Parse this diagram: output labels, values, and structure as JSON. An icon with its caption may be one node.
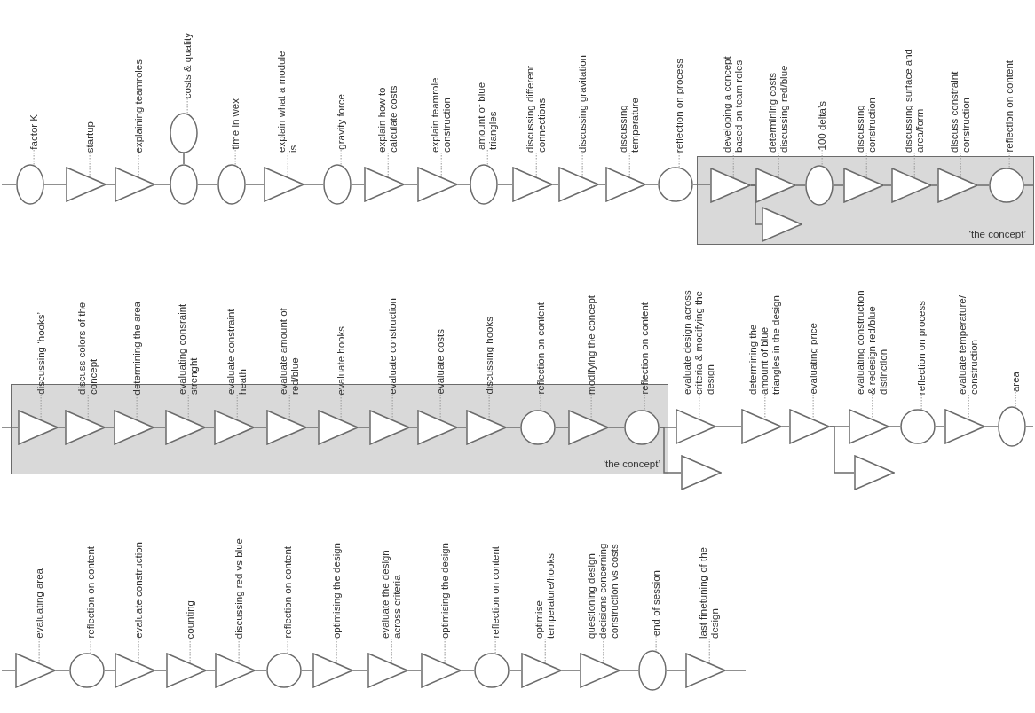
{
  "diagram": {
    "nodes": [
      {
        "text": [
          "factor K"
        ]
      },
      {
        "text": [],
        "shape": "ellipse"
      },
      {
        "text": [
          "startup"
        ]
      },
      {
        "text": [],
        "shape": "triangle"
      },
      {
        "text": [
          "explaining teamroles"
        ]
      },
      {
        "text": [],
        "shape": "triangle"
      },
      {
        "text": [
          "costs & quality"
        ]
      },
      {
        "text": [],
        "shape": "ellipse"
      },
      {
        "text": [],
        "shape": "ellipse"
      },
      {
        "text": [
          "time in wex"
        ]
      },
      {
        "text": [],
        "shape": "ellipse"
      },
      {
        "text": [
          "explain what a module is"
        ]
      },
      {
        "text": [],
        "shape": "triangle"
      },
      {
        "text": [
          "gravity force"
        ]
      },
      {
        "text": [],
        "shape": "ellipse"
      },
      {
        "text": [
          "explain how to calculate costs"
        ]
      },
      {
        "text": [],
        "shape": "triangle"
      },
      {
        "text": [
          "explain teamrole construction"
        ]
      },
      {
        "text": [],
        "shape": "triangle"
      },
      {
        "text": [
          "amount of blue triangles"
        ]
      },
      {
        "text": [],
        "shape": "ellipse"
      },
      {
        "text": [
          "discussing different connections"
        ]
      },
      {
        "text": [],
        "shape": "triangle"
      },
      {
        "text": [
          "discussing gravitation"
        ]
      },
      {
        "text": [],
        "shape": "triangle"
      },
      {
        "text": [
          "discussing temperature"
        ]
      },
      {
        "text": [],
        "shape": "triangle"
      },
      {
        "text": [
          "reflection on process"
        ]
      },
      {
        "text": [],
        "shape": "circle"
      },
      {
        "text": [
          "‘the concept’"
        ]
      },
      {
        "text": [
          "developing a concept based on team roles"
        ]
      },
      {
        "text": [],
        "shape": "triangle",
        "in": 29
      },
      {
        "text": [
          "determining costs discussing red/blue"
        ]
      },
      {
        "text": [],
        "shape": "triangle",
        "in": 29
      },
      {
        "text": [],
        "shape": "triangle",
        "in": 29
      },
      {
        "text": [
          "100 delta’s"
        ]
      },
      {
        "text": [],
        "shape": "ellipse",
        "in": 29
      },
      {
        "text": [
          "discussing construction"
        ]
      },
      {
        "text": [],
        "shape": "triangle",
        "in": 29
      },
      {
        "text": [
          "discussing surface and area/form"
        ]
      },
      {
        "text": [],
        "shape": "triangle",
        "in": 29
      },
      {
        "text": [
          "discuss constraint construction"
        ]
      },
      {
        "text": [],
        "shape": "triangle",
        "in": 29
      },
      {
        "text": [
          "reflection on content"
        ]
      },
      {
        "text": [],
        "shape": "circle",
        "in": 29
      },
      {
        "text": [
          "‘the concept’"
        ]
      },
      {
        "text": [
          "discussing ‘hooks’"
        ]
      },
      {
        "text": [],
        "shape": "triangle",
        "in": 45
      },
      {
        "text": [
          "discuss colors of the concept"
        ]
      },
      {
        "text": [],
        "shape": "triangle",
        "in": 45
      },
      {
        "text": [
          "determining the area"
        ]
      },
      {
        "text": [],
        "shape": "triangle",
        "in": 45
      },
      {
        "text": [
          "evaluating consraint strenght"
        ]
      },
      {
        "text": [],
        "shape": "triangle",
        "in": 45
      },
      {
        "text": [
          "evaluate constraint heath"
        ]
      },
      {
        "text": [],
        "shape": "triangle",
        "in": 45
      },
      {
        "text": [
          "evaluate amount of red/blue"
        ]
      },
      {
        "text": [],
        "shape": "triangle",
        "in": 45
      },
      {
        "text": [
          "evaluate hooks"
        ]
      },
      {
        "text": [],
        "shape": "triangle",
        "in": 45
      },
      {
        "text": [
          "evaluate construction"
        ]
      },
      {
        "text": [],
        "shape": "triangle",
        "in": 45
      },
      {
        "text": [
          "evaluate costs"
        ]
      },
      {
        "text": [],
        "shape": "triangle",
        "in": 45
      },
      {
        "text": [
          "discussing hooks"
        ]
      },
      {
        "text": [],
        "shape": "triangle",
        "in": 45
      },
      {
        "text": [
          "reflection on content"
        ]
      },
      {
        "text": [],
        "shape": "circle",
        "in": 45
      },
      {
        "text": [
          "modifying the concept"
        ]
      },
      {
        "text": [],
        "shape": "triangle",
        "in": 45
      },
      {
        "text": [
          "reflection on content"
        ]
      },
      {
        "text": [],
        "shape": "circle",
        "in": 45
      },
      {
        "text": [
          "evaluate design across criteria & modifying the design"
        ]
      },
      {
        "text": [],
        "shape": "triangle"
      },
      {
        "text": [],
        "shape": "triangle"
      },
      {
        "text": [
          "determining the amount of blue triangles in the design"
        ]
      },
      {
        "text": [],
        "shape": "triangle"
      },
      {
        "text": [
          "evaluating price"
        ]
      },
      {
        "text": [],
        "shape": "triangle"
      },
      {
        "text": [
          "evaluating construction & redesign red/blue distinction"
        ]
      },
      {
        "text": [],
        "shape": "triangle"
      },
      {
        "text": [],
        "shape": "triangle"
      },
      {
        "text": [
          "reflection on process"
        ]
      },
      {
        "text": [],
        "shape": "circle"
      },
      {
        "text": [
          "evaluate temperature/ construction"
        ]
      },
      {
        "text": [],
        "shape": "triangle"
      },
      {
        "text": [
          "area"
        ]
      },
      {
        "text": [],
        "shape": "ellipse"
      },
      {
        "text": [
          "evaluating area"
        ]
      },
      {
        "text": [],
        "shape": "triangle"
      },
      {
        "text": [
          "reflection on content"
        ]
      },
      {
        "text": [],
        "shape": "circle"
      },
      {
        "text": [
          "evaluate construction"
        ]
      },
      {
        "text": [],
        "shape": "triangle"
      },
      {
        "text": [
          "counting"
        ]
      },
      {
        "text": [],
        "shape": "triangle"
      },
      {
        "text": [
          "discussing red vs blue"
        ]
      },
      {
        "text": [],
        "shape": "triangle"
      },
      {
        "text": [
          "reflection on content"
        ]
      },
      {
        "text": [],
        "shape": "circle"
      },
      {
        "text": [
          "optimising the design"
        ]
      },
      {
        "text": [],
        "shape": "triangle"
      },
      {
        "text": [
          "evaluate the design across criteria"
        ]
      },
      {
        "text": [],
        "shape": "triangle"
      },
      {
        "text": [
          "optimising the design"
        ]
      },
      {
        "text": [],
        "shape": "triangle"
      },
      {
        "text": [
          "reflection on content"
        ]
      },
      {
        "text": [],
        "shape": "circle"
      },
      {
        "text": [
          "optimise temperature/hooks"
        ]
      },
      {
        "text": [],
        "shape": "triangle"
      },
      {
        "text": [
          "questioning design decisions concerning construction vs costs"
        ]
      },
      {
        "text": [],
        "shape": "triangle"
      },
      {
        "text": [
          "end of session"
        ]
      },
      {
        "text": [],
        "shape": "ellipse"
      },
      {
        "text": [
          "last finetuning of the design"
        ]
      },
      {
        "text": [],
        "shape": "triangle"
      }
    ],
    "edges": [
      {
        "from": null,
        "to": 1,
        "arrow": "none"
      },
      {
        "from": 1,
        "to": 3,
        "arrow": "none"
      },
      {
        "from": 3,
        "to": 5,
        "arrow": "none"
      },
      {
        "from": 5,
        "to": 8,
        "arrow": "none"
      },
      {
        "from": 7,
        "to": 8,
        "arrow": "none"
      },
      {
        "from": 8,
        "to": 10,
        "arrow": "none"
      },
      {
        "from": 10,
        "to": 12,
        "arrow": "none"
      },
      {
        "from": 12,
        "to": 14,
        "arrow": "none"
      },
      {
        "from": 14,
        "to": 16,
        "arrow": "none"
      },
      {
        "from": 16,
        "to": 18,
        "arrow": "none"
      },
      {
        "from": 18,
        "to": 20,
        "arrow": "none"
      },
      {
        "from": 20,
        "to": 22,
        "arrow": "none"
      },
      {
        "from": 22,
        "to": 24,
        "arrow": "none"
      },
      {
        "from": 24,
        "to": 26,
        "arrow": "none"
      },
      {
        "from": 26,
        "to": 28,
        "arrow": "none"
      },
      {
        "from": 28,
        "to": 31,
        "arrow": "none"
      },
      {
        "from": 31,
        "to": 33,
        "arrow": "none"
      },
      {
        "from": 31,
        "to": 34,
        "arrow": "none"
      },
      {
        "from": 33,
        "to": 36,
        "arrow": "none"
      },
      {
        "from": 36,
        "to": 38,
        "arrow": "none"
      },
      {
        "from": 38,
        "to": 40,
        "arrow": "none"
      },
      {
        "from": 40,
        "to": 42,
        "arrow": "none"
      },
      {
        "from": 42,
        "to": 44,
        "arrow": "none"
      },
      {
        "from": 44,
        "to": null,
        "arrow": "none"
      },
      {
        "from": null,
        "to": 47,
        "arrow": "none"
      },
      {
        "from": 47,
        "to": 49,
        "arrow": "none"
      },
      {
        "from": 49,
        "to": 51,
        "arrow": "none"
      },
      {
        "from": 51,
        "to": 53,
        "arrow": "none"
      },
      {
        "from": 53,
        "to": 55,
        "arrow": "none"
      },
      {
        "from": 55,
        "to": 57,
        "arrow": "none"
      },
      {
        "from": 57,
        "to": 59,
        "arrow": "none"
      },
      {
        "from": 59,
        "to": 61,
        "arrow": "none"
      },
      {
        "from": 61,
        "to": 63,
        "arrow": "none"
      },
      {
        "from": 63,
        "to": 65,
        "arrow": "none"
      },
      {
        "from": 65,
        "to": 67,
        "arrow": "none"
      },
      {
        "from": 67,
        "to": 69,
        "arrow": "none"
      },
      {
        "from": 69,
        "to": 71,
        "arrow": "none"
      },
      {
        "from": 71,
        "to": 73,
        "arrow": "none"
      },
      {
        "from": 71,
        "to": 74,
        "arrow": "none"
      },
      {
        "from": 73,
        "to": 76,
        "arrow": "none"
      },
      {
        "from": 76,
        "to": 78,
        "arrow": "none"
      },
      {
        "from": 78,
        "to": 80,
        "arrow": "none"
      },
      {
        "from": 78,
        "to": 81,
        "arrow": "none"
      },
      {
        "from": 80,
        "to": 83,
        "arrow": "none"
      },
      {
        "from": 83,
        "to": 85,
        "arrow": "none"
      },
      {
        "from": 85,
        "to": 87,
        "arrow": "none"
      },
      {
        "from": 87,
        "to": null,
        "arrow": "none"
      },
      {
        "from": null,
        "to": 89,
        "arrow": "none"
      },
      {
        "from": 89,
        "to": 91,
        "arrow": "none"
      },
      {
        "from": 91,
        "to": 93,
        "arrow": "none"
      },
      {
        "from": 93,
        "to": 95,
        "arrow": "none"
      },
      {
        "from": 95,
        "to": 97,
        "arrow": "none"
      },
      {
        "from": 97,
        "to": 99,
        "arrow": "none"
      },
      {
        "from": 99,
        "to": 101,
        "arrow": "none"
      },
      {
        "from": 101,
        "to": 103,
        "arrow": "none"
      },
      {
        "from": 103,
        "to": 105,
        "arrow": "none"
      },
      {
        "from": 105,
        "to": 107,
        "arrow": "none"
      },
      {
        "from": 107,
        "to": 109,
        "arrow": "none"
      },
      {
        "from": 109,
        "to": 111,
        "arrow": "none"
      },
      {
        "from": 111,
        "to": 113,
        "arrow": "none"
      },
      {
        "from": 113,
        "to": 115,
        "arrow": "none"
      },
      {
        "from": 115,
        "to": null,
        "arrow": "none"
      },
      {
        "from": 0,
        "to": 1,
        "arrow": "none",
        "style": "dashed",
        "color": "#999999"
      },
      {
        "from": 2,
        "to": 3,
        "arrow": "none",
        "style": "dashed",
        "color": "#999999"
      },
      {
        "from": 4,
        "to": 5,
        "arrow": "none",
        "style": "dashed",
        "color": "#999999"
      },
      {
        "from": 6,
        "to": 7,
        "arrow": "none",
        "style": "dashed",
        "color": "#999999"
      },
      {
        "from": 9,
        "to": 10,
        "arrow": "none",
        "style": "dashed",
        "color": "#999999"
      },
      {
        "from": 11,
        "to": 12,
        "arrow": "none",
        "style": "dashed",
        "color": "#999999"
      },
      {
        "from": 13,
        "to": 14,
        "arrow": "none",
        "style": "dashed",
        "color": "#999999"
      },
      {
        "from": 15,
        "to": 16,
        "arrow": "none",
        "style": "dashed",
        "color": "#999999"
      },
      {
        "from": 17,
        "to": 18,
        "arrow": "none",
        "style": "dashed",
        "color": "#999999"
      },
      {
        "from": 19,
        "to": 20,
        "arrow": "none",
        "style": "dashed",
        "color": "#999999"
      },
      {
        "from": 21,
        "to": 22,
        "arrow": "none",
        "style": "dashed",
        "color": "#999999"
      },
      {
        "from": 23,
        "to": 24,
        "arrow": "none",
        "style": "dashed",
        "color": "#999999"
      },
      {
        "from": 25,
        "to": 26,
        "arrow": "none",
        "style": "dashed",
        "color": "#999999"
      },
      {
        "from": 27,
        "to": 28,
        "arrow": "none",
        "style": "dashed",
        "color": "#999999"
      },
      {
        "from": 30,
        "to": 31,
        "arrow": "none",
        "style": "dashed",
        "color": "#999999"
      },
      {
        "from": 32,
        "to": 33,
        "arrow": "none",
        "style": "dashed",
        "color": "#999999"
      },
      {
        "from": 35,
        "to": 36,
        "arrow": "none",
        "style": "dashed",
        "color": "#999999"
      },
      {
        "from": 37,
        "to": 38,
        "arrow": "none",
        "style": "dashed",
        "color": "#999999"
      },
      {
        "from": 39,
        "to": 40,
        "arrow": "none",
        "style": "dashed",
        "color": "#999999"
      },
      {
        "from": 41,
        "to": 42,
        "arrow": "none",
        "style": "dashed",
        "color": "#999999"
      },
      {
        "from": 43,
        "to": 44,
        "arrow": "none",
        "style": "dashed",
        "color": "#999999"
      },
      {
        "from": 46,
        "to": 47,
        "arrow": "none",
        "style": "dashed",
        "color": "#999999"
      },
      {
        "from": 48,
        "to": 49,
        "arrow": "none",
        "style": "dashed",
        "color": "#999999"
      },
      {
        "from": 50,
        "to": 51,
        "arrow": "none",
        "style": "dashed",
        "color": "#999999"
      },
      {
        "from": 52,
        "to": 53,
        "arrow": "none",
        "style": "dashed",
        "color": "#999999"
      },
      {
        "from": 54,
        "to": 55,
        "arrow": "none",
        "style": "dashed",
        "color": "#999999"
      },
      {
        "from": 56,
        "to": 57,
        "arrow": "none",
        "style": "dashed",
        "color": "#999999"
      },
      {
        "from": 58,
        "to": 59,
        "arrow": "none",
        "style": "dashed",
        "color": "#999999"
      },
      {
        "from": 60,
        "to": 61,
        "arrow": "none",
        "style": "dashed",
        "color": "#999999"
      },
      {
        "from": 62,
        "to": 63,
        "arrow": "none",
        "style": "dashed",
        "color": "#999999"
      },
      {
        "from": 64,
        "to": 65,
        "arrow": "none",
        "style": "dashed",
        "color": "#999999"
      },
      {
        "from": 66,
        "to": 67,
        "arrow": "none",
        "style": "dashed",
        "color": "#999999"
      },
      {
        "from": 68,
        "to": 69,
        "arrow": "none",
        "style": "dashed",
        "color": "#999999"
      },
      {
        "from": 70,
        "to": 71,
        "arrow": "none",
        "style": "dashed",
        "color": "#999999"
      },
      {
        "from": 72,
        "to": 73,
        "arrow": "none",
        "style": "dashed",
        "color": "#999999"
      },
      {
        "from": 75,
        "to": 76,
        "arrow": "none",
        "style": "dashed",
        "color": "#999999"
      },
      {
        "from": 77,
        "to": 78,
        "arrow": "none",
        "style": "dashed",
        "color": "#999999"
      },
      {
        "from": 79,
        "to": 80,
        "arrow": "none",
        "style": "dashed",
        "color": "#999999"
      },
      {
        "from": 82,
        "to": 83,
        "arrow": "none",
        "style": "dashed",
        "color": "#999999"
      },
      {
        "from": 84,
        "to": 85,
        "arrow": "none",
        "style": "dashed",
        "color": "#999999"
      },
      {
        "from": 86,
        "to": 87,
        "arrow": "none",
        "style": "dashed",
        "color": "#999999"
      },
      {
        "from": 88,
        "to": 89,
        "arrow": "none",
        "style": "dashed",
        "color": "#999999"
      },
      {
        "from": 90,
        "to": 91,
        "arrow": "none",
        "style": "dashed",
        "color": "#999999"
      },
      {
        "from": 92,
        "to": 93,
        "arrow": "none",
        "style": "dashed",
        "color": "#999999"
      },
      {
        "from": 94,
        "to": 95,
        "arrow": "none",
        "style": "dashed",
        "color": "#999999"
      },
      {
        "from": 96,
        "to": 97,
        "arrow": "none",
        "style": "dashed",
        "color": "#999999"
      },
      {
        "from": 98,
        "to": 99,
        "arrow": "none",
        "style": "dashed",
        "color": "#999999"
      },
      {
        "from": 100,
        "to": 101,
        "arrow": "none",
        "style": "dashed",
        "color": "#999999"
      },
      {
        "from": 102,
        "to": 103,
        "arrow": "none",
        "style": "dashed",
        "color": "#999999"
      },
      {
        "from": 104,
        "to": 105,
        "arrow": "none",
        "style": "dashed",
        "color": "#999999"
      },
      {
        "from": 106,
        "to": 107,
        "arrow": "none",
        "style": "dashed",
        "color": "#999999"
      },
      {
        "from": 108,
        "to": 109,
        "arrow": "none",
        "style": "dashed",
        "color": "#999999"
      },
      {
        "from": 110,
        "to": 111,
        "arrow": "none",
        "style": "dashed",
        "color": "#999999"
      },
      {
        "from": 112,
        "to": 113,
        "arrow": "none",
        "style": "dashed",
        "color": "#999999"
      },
      {
        "from": 114,
        "to": 115,
        "arrow": "none",
        "style": "dashed",
        "color": "#999999"
      }
    ]
  }
}
